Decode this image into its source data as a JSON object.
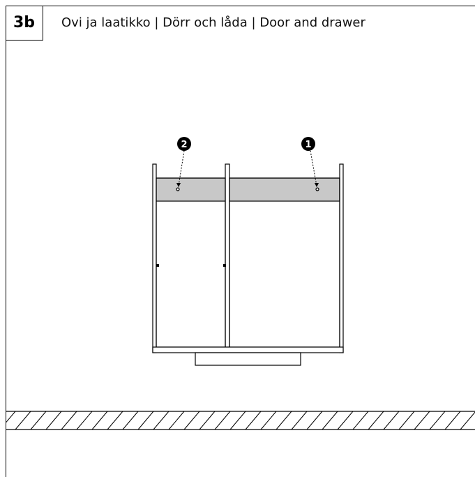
{
  "step": {
    "number": "3b",
    "title": "Ovi ja laatikko | Dörr och låda | Door and drawer"
  },
  "callouts": [
    {
      "label": "2",
      "target": "left door hinge hole"
    },
    {
      "label": "1",
      "target": "right door hinge hole"
    }
  ],
  "colors": {
    "line": "#000000",
    "shaded_rail": "#c8c8c8",
    "background": "#ffffff"
  }
}
